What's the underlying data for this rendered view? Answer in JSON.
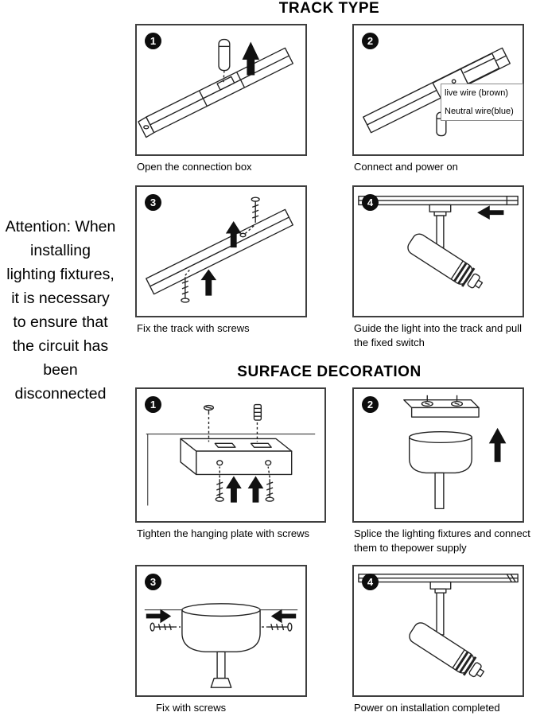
{
  "attention_note": "Attention: When installing lighting fixtures, it is necessary to ensure that the circuit has been disconnected",
  "colors": {
    "ink": "#222222",
    "panel_border": "#3f3f3f",
    "badge": "#0d0d0d",
    "background": "#ffffff"
  },
  "sections": [
    {
      "title": "TRACK TYPE",
      "steps": [
        {
          "number": "1",
          "caption": "Open the connection box"
        },
        {
          "number": "2",
          "caption": "Connect and power on",
          "wire_labels": [
            "live wire (brown)",
            "Neutral wire(blue)"
          ]
        },
        {
          "number": "3",
          "caption": "Fix the track with screws"
        },
        {
          "number": "4",
          "caption": "Guide the light into the track and pull the fixed switch"
        }
      ]
    },
    {
      "title": "SURFACE DECORATION",
      "steps": [
        {
          "number": "1",
          "caption": "Tighten the hanging plate with screws"
        },
        {
          "number": "2",
          "caption": "Splice the lighting fixtures and connect them to thepower supply"
        },
        {
          "number": "3",
          "caption": "Fix with screws"
        },
        {
          "number": "4",
          "caption": "Power on installation completed"
        }
      ]
    }
  ]
}
